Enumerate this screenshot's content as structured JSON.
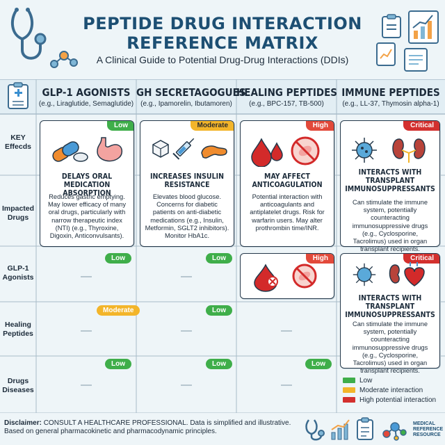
{
  "header": {
    "title_line1": "PEPTIDE DRUG INTERACTION",
    "title_line2": "REFERENCE MATRIX",
    "subtitle": "A Clinical Guide to Potential Drug-Drug Interactions (DDIs)"
  },
  "columns": [
    {
      "title": "GLP-1 AGONISTS",
      "sub": "(e.g., Liraglutide, Semaglutide)"
    },
    {
      "title": "GH SECRETAGOGUES",
      "sub": "(e.g., Ipamorelin, Ibutamoren)"
    },
    {
      "title": "HEALING PEPTIDES",
      "sub": "(e.g., BPC-157, TB-500)"
    },
    {
      "title": "IMMUNE PEPTIDES",
      "sub": "(e.g., LL-37, Thymosin alpha-1)"
    }
  ],
  "rows": [
    {
      "label": "KEY Effecds"
    },
    {
      "label": "Impacted Drugs"
    },
    {
      "label": "GLP-1 Agonists"
    },
    {
      "label": "Healing Peptides"
    },
    {
      "label": "Drugs Diseases"
    }
  ],
  "cards": [
    {
      "badge": "Low",
      "title": "DELAYS ORAL MEDICATION ABSORPTION",
      "text": "Reduces gastric emptying. May lower efficacy of many oral drugs, particularly with narrow therapeutic index (NTI) (e.g., Thyroxine, Digoxin, Anticonvulsants)."
    },
    {
      "badge": "Moderate",
      "title": "INCREASES INSULIN RESISTANCE",
      "text": "Elevates blood glucose. Concerns for diabetic patients on anti-diabetic medications (e.g., Insulin, Metformin, SGLT2 inhibitors). Monitor HbA1c."
    },
    {
      "badge": "High",
      "title": "MAY AFFECT ANTICOAGULATION",
      "text": "Potential interaction with anticoagulants and antiplatelet drugs. Risk for warfarin users. May alter prothrombin time/INR."
    },
    {
      "badge": "Critical",
      "title": "INTERACTS WITH TRANSPLANT IMMUNOSUPPRESSANTS",
      "text": "Can stimulate the immune system, potentially counteracting immunosuppressive drugs (e.g., Cyclosporine, Tacrolimus) used in organ transplant recipients."
    },
    {
      "badge": "High"
    },
    {
      "badge": "Critical",
      "title": "INTERACTS WITH TRANSPLANT IMMUNOSUPPRESSANTS",
      "text": "Can stimulate the immune system, potentially counteracting immunosuppressive drugs (e.g., Cyclosporine, Tacrolimus) used in organ transplant recipients."
    }
  ],
  "pills": {
    "r3c1": "Low",
    "r3c2": "Low",
    "r4c1": "Moderate",
    "r4c2": "Low",
    "r5c1": "Low",
    "r5c2": "Low",
    "r5c3": "Low"
  },
  "legend": [
    {
      "label": "Low",
      "color": "#3fae4a"
    },
    {
      "label": "Moderate interaction",
      "color": "#f3b52a"
    },
    {
      "label": "High potential interaction",
      "color": "#d3302e"
    }
  ],
  "footer": {
    "line1_bold": "Disclaimer:",
    "line1": "CONSULT A HEALTHCARE PROFESSIONAL. Data is simplified and illustrative.",
    "line2": "Based on general pharmacokinetic and pharmacodynamic principles."
  },
  "brand": {
    "line1": "MEDICAL",
    "line2": "REFERENCE",
    "line3": "RESOURCE"
  },
  "colors": {
    "low": "#3fae4a",
    "moderate": "#f3b52a",
    "high": "#e2493a",
    "critical": "#d3302e",
    "title": "#1d4f73"
  }
}
